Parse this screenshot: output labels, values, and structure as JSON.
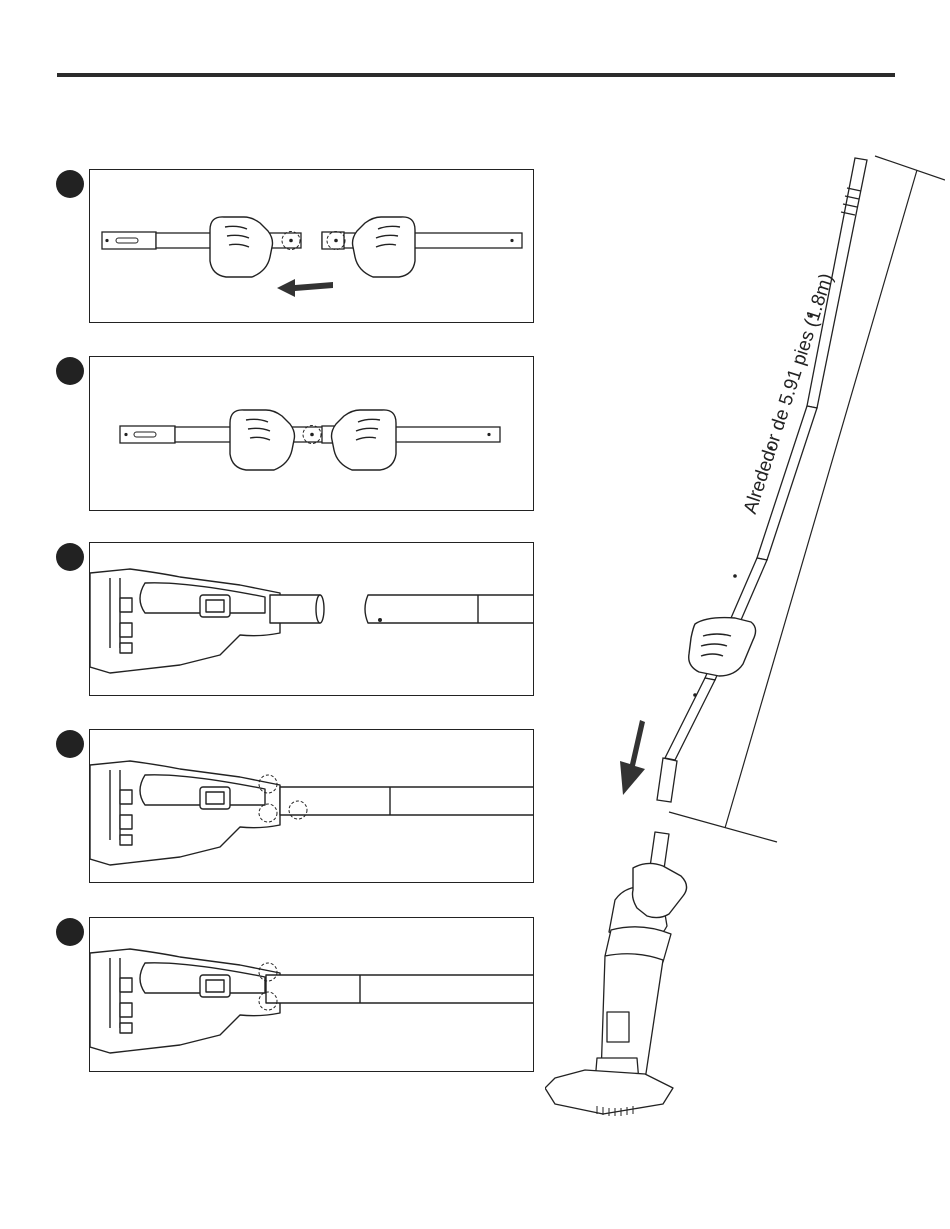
{
  "length_label": "Alrededor de 5.91 pies (1.8m)",
  "steps": [
    {
      "icon": "step-1-badge",
      "illustration": "pole-section-connect-icon"
    },
    {
      "icon": "step-2-badge",
      "illustration": "pole-section-locked-icon"
    },
    {
      "icon": "step-3-badge",
      "illustration": "cleaner-handle-align-icon"
    },
    {
      "icon": "step-4-badge",
      "illustration": "cleaner-handle-insert-icon"
    },
    {
      "icon": "step-5-badge",
      "illustration": "cleaner-handle-locked-icon"
    }
  ],
  "colors": {
    "ink": "#222222",
    "paper": "#ffffff"
  }
}
